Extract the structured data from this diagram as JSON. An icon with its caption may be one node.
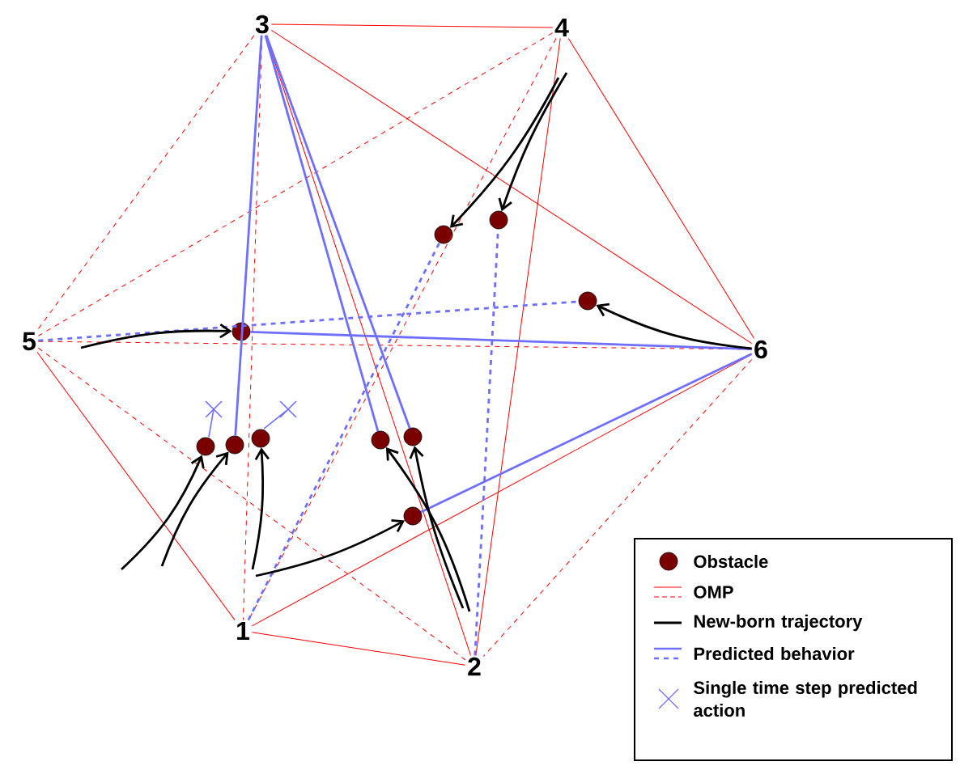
{
  "diagram": {
    "nodes": [
      {
        "text": [
          "3"
        ]
      },
      {
        "text": [
          "4"
        ]
      },
      {
        "text": [
          "5"
        ]
      },
      {
        "text": [
          "6"
        ]
      },
      {
        "text": [
          "1"
        ]
      },
      {
        "text": [
          "2"
        ]
      },
      {
        "text": [],
        "shape": "circle"
      },
      {
        "text": [],
        "shape": "circle"
      },
      {
        "text": [],
        "shape": "circle"
      },
      {
        "text": [],
        "shape": "circle"
      },
      {
        "text": [],
        "shape": "circle"
      },
      {
        "text": [],
        "shape": "circle"
      },
      {
        "text": [],
        "shape": "circle"
      },
      {
        "text": [],
        "shape": "circle"
      },
      {
        "text": [],
        "shape": "circle"
      },
      {
        "text": [],
        "shape": "circle"
      }
    ],
    "edges": [
      {
        "from": 0,
        "to": 1,
        "arrow": "none"
      },
      {
        "from": 0,
        "to": 2,
        "arrow": "none",
        "style": "dashed"
      },
      {
        "from": 0,
        "to": 3,
        "arrow": "none"
      },
      {
        "from": 0,
        "to": 4,
        "arrow": "none",
        "style": "dashed"
      },
      {
        "from": 0,
        "to": 5,
        "arrow": "none"
      },
      {
        "from": 1,
        "to": 2,
        "arrow": "none",
        "style": "dashed"
      },
      {
        "from": 1,
        "to": 3,
        "arrow": "none"
      },
      {
        "from": 1,
        "to": 4,
        "arrow": "none",
        "style": "dashed"
      },
      {
        "from": 1,
        "to": 5,
        "arrow": "none"
      },
      {
        "from": 2,
        "to": 3,
        "arrow": "none",
        "style": "dashed"
      },
      {
        "from": 2,
        "to": 4,
        "arrow": "none"
      },
      {
        "from": 2,
        "to": 5,
        "arrow": "none",
        "style": "dashed"
      },
      {
        "from": 3,
        "to": 4,
        "arrow": "none"
      },
      {
        "from": 3,
        "to": 5,
        "arrow": "none",
        "style": "dashed"
      },
      {
        "from": 4,
        "to": 5,
        "arrow": "none"
      },
      {
        "from": 0,
        "to": 11,
        "arrow": "none",
        "color": "#6f6fff"
      },
      {
        "from": 0,
        "to": 13,
        "arrow": "none",
        "color": "#6f6fff"
      },
      {
        "from": 0,
        "to": 14,
        "arrow": "none",
        "color": "#6f6fff"
      },
      {
        "from": 9,
        "to": 3,
        "arrow": "none",
        "color": "#6f6fff"
      },
      {
        "from": 2,
        "to": 8,
        "arrow": "none",
        "style": "dashed",
        "color": "#6f6fff"
      },
      {
        "from": 15,
        "to": 3,
        "arrow": "none",
        "color": "#6f6fff"
      },
      {
        "from": 4,
        "to": 6,
        "arrow": "none",
        "style": "dashed",
        "color": "#6f6fff"
      },
      {
        "from": 5,
        "to": 7,
        "arrow": "none",
        "style": "dashed",
        "color": "#6f6fff"
      },
      {
        "from": null,
        "to": 6,
        "arrow": "to",
        "color": "#000000"
      },
      {
        "from": null,
        "to": 7,
        "arrow": "to",
        "color": "#000000"
      },
      {
        "from": 3,
        "to": 8,
        "arrow": "to",
        "color": "#000000"
      },
      {
        "from": null,
        "to": 9,
        "arrow": "to",
        "color": "#000000"
      },
      {
        "from": null,
        "to": 10,
        "arrow": "to",
        "color": "#000000"
      },
      {
        "from": null,
        "to": 11,
        "arrow": "to",
        "color": "#000000"
      },
      {
        "from": null,
        "to": 12,
        "arrow": "to",
        "color": "#000000"
      },
      {
        "from": null,
        "to": 13,
        "arrow": "to",
        "color": "#000000"
      },
      {
        "from": null,
        "to": 14,
        "arrow": "to",
        "color": "#000000"
      },
      {
        "from": null,
        "to": 15,
        "arrow": "to",
        "color": "#000000"
      }
    ],
    "legend": [
      {
        "text": "Obstacle"
      },
      {
        "text": "OMP"
      },
      {
        "text": "New-born trajectory"
      },
      {
        "text": "Predicted behavior"
      },
      {
        "text": "Single time step predicted action"
      }
    ]
  }
}
